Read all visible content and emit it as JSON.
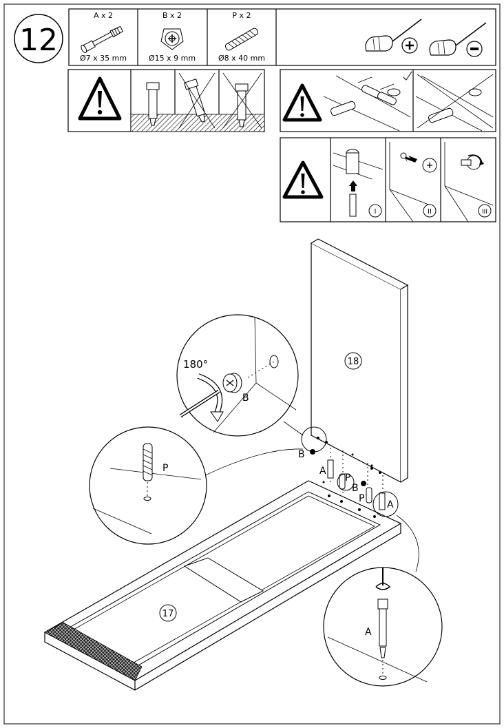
{
  "step": {
    "number": "12"
  },
  "parts": [
    {
      "id": "A",
      "count_label": "A x 2",
      "size_label": "Ø7 x 35 mm",
      "icon": "cam-bolt-icon"
    },
    {
      "id": "B",
      "count_label": "B x 2",
      "size_label": "Ø15 x 9 mm",
      "icon": "cam-lock-icon"
    },
    {
      "id": "P",
      "count_label": "P x 2",
      "size_label": "Ø8 x 40 mm",
      "icon": "wooden-dowel-icon"
    }
  ],
  "tools": [
    "phillips-screwdriver-icon",
    "flat-screwdriver-icon"
  ],
  "warning_panels": [
    {
      "name": "bolt-insertion-warning",
      "icon": "warning-triangle-icon"
    },
    {
      "name": "dowel-insertion-warning",
      "icon": "warning-triangle-icon"
    },
    {
      "name": "cam-lock-sequence-warning",
      "icon": "warning-triangle-icon"
    }
  ],
  "sequence_labels": [
    "I",
    "II",
    "III"
  ],
  "panels": {
    "top": "18",
    "bottom": "17"
  },
  "callouts": {
    "rotation": "180°",
    "cam_lock": "B",
    "dowel": "P",
    "bolt": "A"
  },
  "assembly_labels": {
    "b_left": "B",
    "a_left": "A",
    "p_left": "P",
    "b_right": "B",
    "p_right": "P",
    "a_right": "A"
  }
}
